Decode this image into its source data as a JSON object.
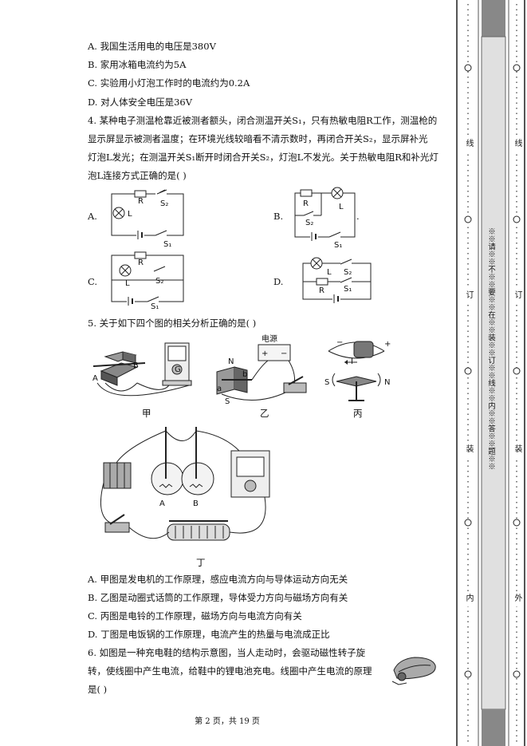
{
  "q3_options": {
    "a": "A. 我国生活用电的电压是380V",
    "b": "B. 家用冰箱电流约为5A",
    "c": "C. 实验用小灯泡工作时的电流约为0.2A",
    "d": "D. 对人体安全电压是36V"
  },
  "q4": {
    "line1": "4. 某种电子测温枪靠近被测者额头，闭合测温开关S₁，只有热敏电阻R工作，测温枪的",
    "line2": "显示屏显示被测者温度；在环境光线较暗看不清示数时，再闭合开关S₂，显示屏补光",
    "line3": "灯泡L发光；在测温开关S₁断开时闭合开关S₂，灯泡L不发光。关于热敏电阻R和补光灯",
    "line4": "泡L连接方式正确的是(    )",
    "option_labels": [
      "A.",
      "B.",
      "C.",
      "D."
    ],
    "circuit_labels": {
      "R": "R",
      "L": "L",
      "S1": "S₁",
      "S2": "S₂"
    }
  },
  "q5": {
    "stem": "5. 关于如下四个图的相关分析正确的是(    )",
    "fig_labels": {
      "jia": "甲",
      "yi": "乙",
      "bing": "丙",
      "ding": "丁"
    },
    "fig_text": {
      "A": "A",
      "B": "B",
      "N": "N",
      "S": "S",
      "I": "I",
      "a": "a",
      "b": "b",
      "power": "电源",
      "plus": "+",
      "minus": "−",
      "G": "G"
    },
    "options": {
      "a": "A. 甲图是发电机的工作原理，感应电流方向与导体运动方向无关",
      "b": "B. 乙图是动圈式话筒的工作原理，导体受力方向与磁场方向有关",
      "c": "C. 丙图是电铃的工作原理，磁场方向与电流方向有关",
      "d": "D. 丁图是电饭锅的工作原理，电流产生的热量与电流成正比"
    }
  },
  "q6": {
    "line1": "6. 如图是一种充电鞋的结构示意图，当人走动时，会驱动磁性转子旋",
    "line2": "转，使线圈中产生电流，给鞋中的锂电池充电。线圈中产生电流的原理",
    "line3": "是(    )"
  },
  "footer": "第 2 页，共 19 页",
  "binding": {
    "inner_chars": [
      "线",
      "订",
      "装",
      "内"
    ],
    "outer_chars": [
      "线",
      "订",
      "装",
      "外"
    ],
    "warning": "※※请※※不※※要※※在※※装※※订※※线※※内※※答※※题※※"
  }
}
